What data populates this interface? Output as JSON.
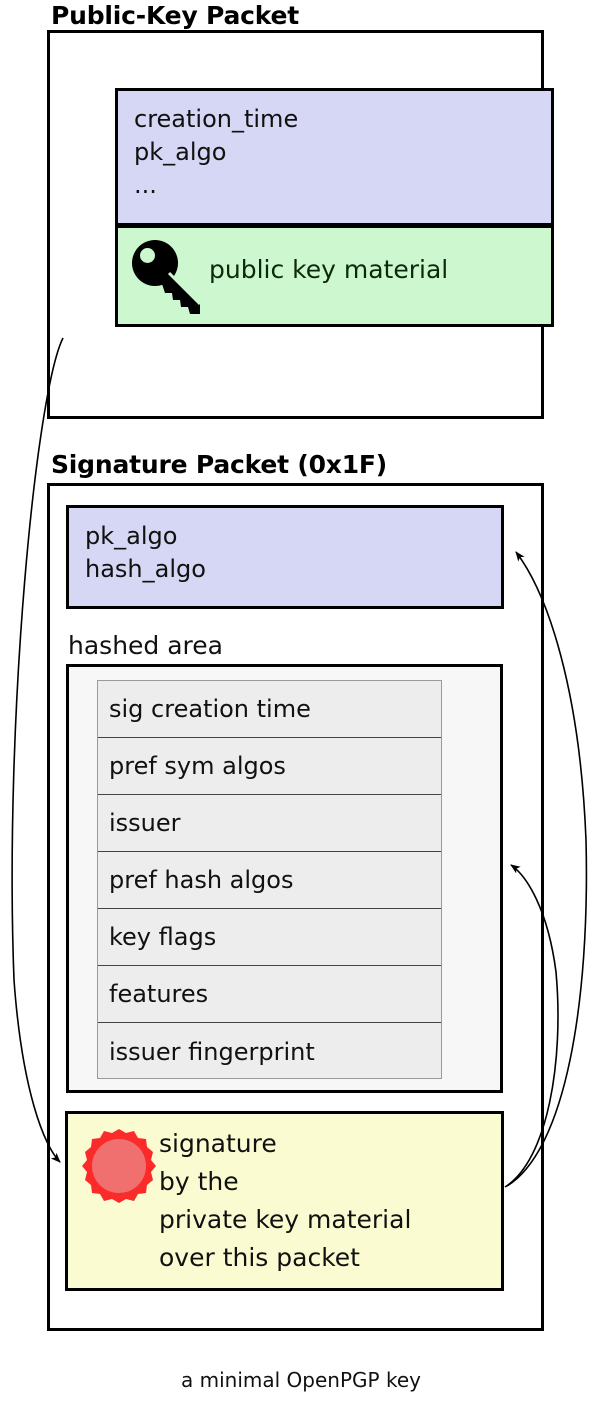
{
  "figure": {
    "caption": "a minimal OpenPGP key"
  },
  "packets": {
    "public_key": {
      "title": "Public-Key Packet",
      "meta_block": {
        "text": "creation_time\npk_algo\n...",
        "fill": "#d6d6f5"
      },
      "key_block": {
        "icon": "key-icon",
        "label": "public key material",
        "fill": "#ccf7cf"
      }
    },
    "signature": {
      "title": "Signature Packet (0x1F)",
      "algo_block": {
        "text": "pk_algo\nhash_algo",
        "fill": "#d6d6f5"
      },
      "hashed_area": {
        "label": "hashed area",
        "subpackets": [
          "sig creation time",
          "pref sym algos",
          "issuer",
          "pref hash algos",
          "key flags",
          "features",
          "issuer fingerprint"
        ]
      },
      "signature_block": {
        "icon": "wax-seal-icon",
        "text": "signature\nby the\nprivate key material\nover this packet",
        "fill": "#fbfbd2",
        "seal_color": "#fb2b2b",
        "seal_inner_color": "#f07070"
      }
    }
  },
  "arrows": [
    {
      "name": "public-key-to-signature",
      "from": "public-key-packet",
      "to": "signature-value-block"
    },
    {
      "name": "signature-covers-algo-block",
      "from": "signature-value-block",
      "to": "signature-algo-block"
    },
    {
      "name": "signature-covers-hashed-area",
      "from": "signature-value-block",
      "to": "hashed-area-box"
    }
  ]
}
